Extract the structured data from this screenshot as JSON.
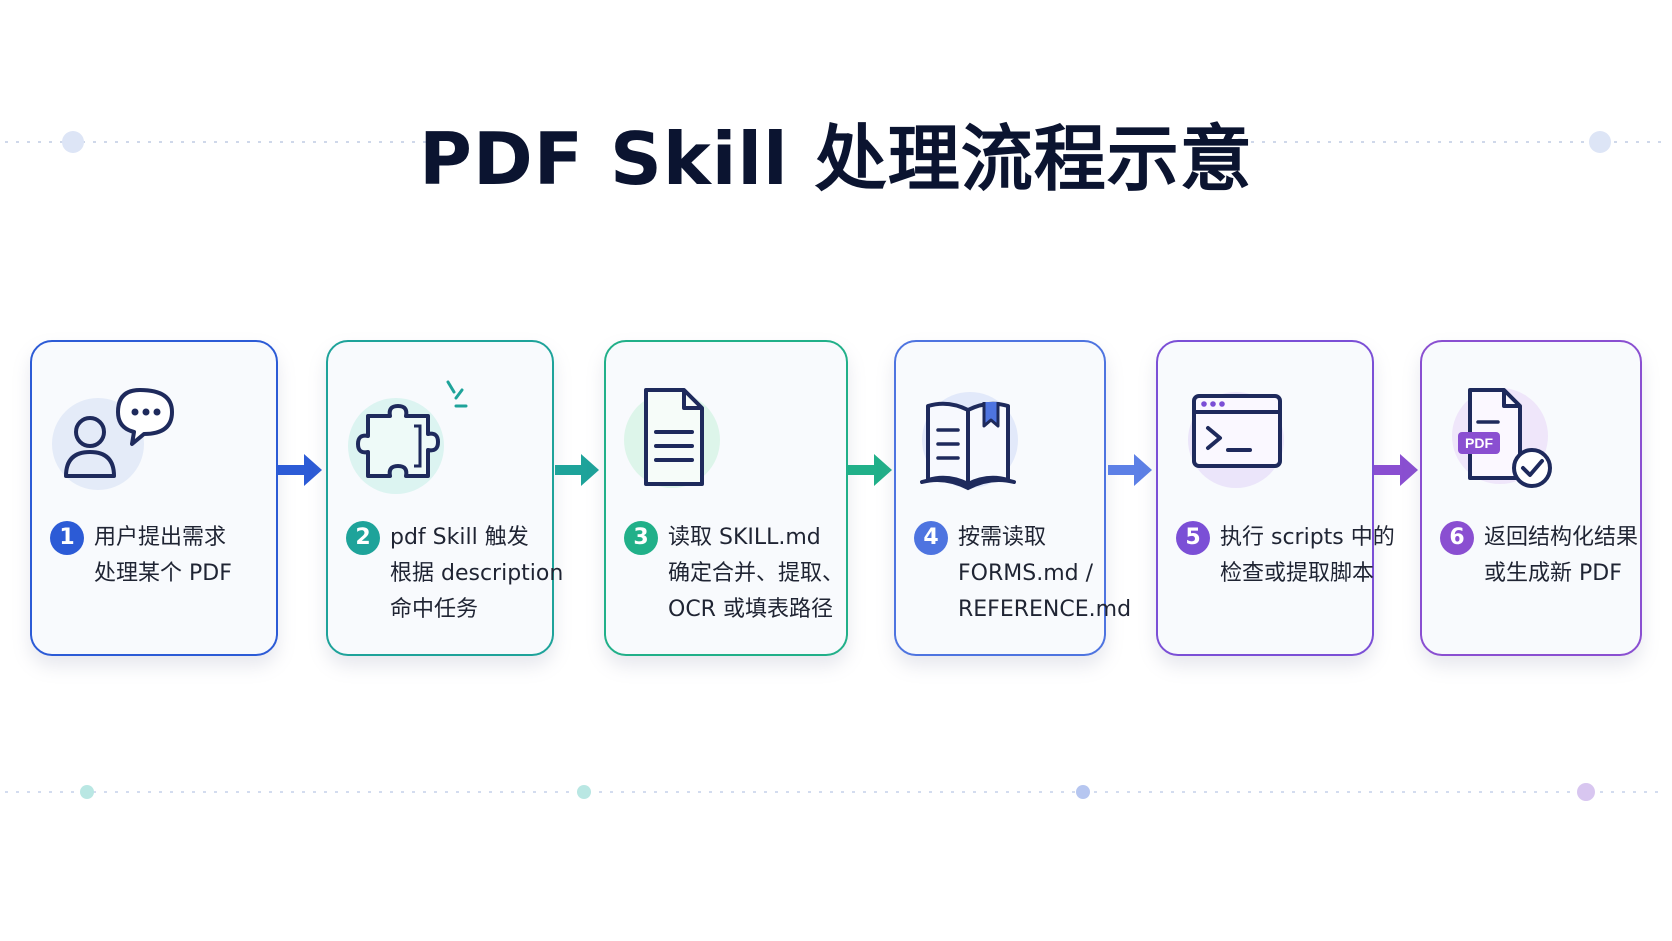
{
  "title": "PDF Skill 处理流程示意",
  "colors": {
    "blue": "#2c5bd6",
    "teal": "#1ea39a",
    "green": "#21b089",
    "indigo": "#4e74e0",
    "violet": "#7b4fd6",
    "purple": "#8a4fd1"
  },
  "steps": [
    {
      "number": "1",
      "icon": "user-chat-icon",
      "lines": [
        "用户提出需求",
        "处理某个 PDF"
      ]
    },
    {
      "number": "2",
      "icon": "puzzle-icon",
      "lines": [
        "pdf Skill 触发",
        "根据 description",
        "命中任务"
      ]
    },
    {
      "number": "3",
      "icon": "document-icon",
      "lines": [
        "读取 SKILL.md",
        "确定合并、提取、",
        "OCR 或填表路径"
      ]
    },
    {
      "number": "4",
      "icon": "open-book-icon",
      "lines": [
        "按需读取",
        "FORMS.md /",
        "REFERENCE.md"
      ]
    },
    {
      "number": "5",
      "icon": "terminal-icon",
      "lines": [
        "执行 scripts 中的",
        "检查或提取脚本"
      ]
    },
    {
      "number": "6",
      "icon": "pdf-check-icon",
      "lines": [
        "返回结构化结果",
        "或生成新 PDF"
      ],
      "icon_label": "PDF"
    }
  ]
}
